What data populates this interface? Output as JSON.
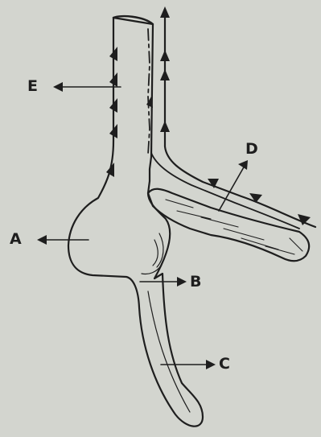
{
  "diagram": {
    "labels": {
      "a": "A",
      "b": "B",
      "c": "C",
      "d": "D",
      "e": "E"
    },
    "colors": {
      "background": "#d3d5cf",
      "ink": "#1e1e1e"
    }
  }
}
